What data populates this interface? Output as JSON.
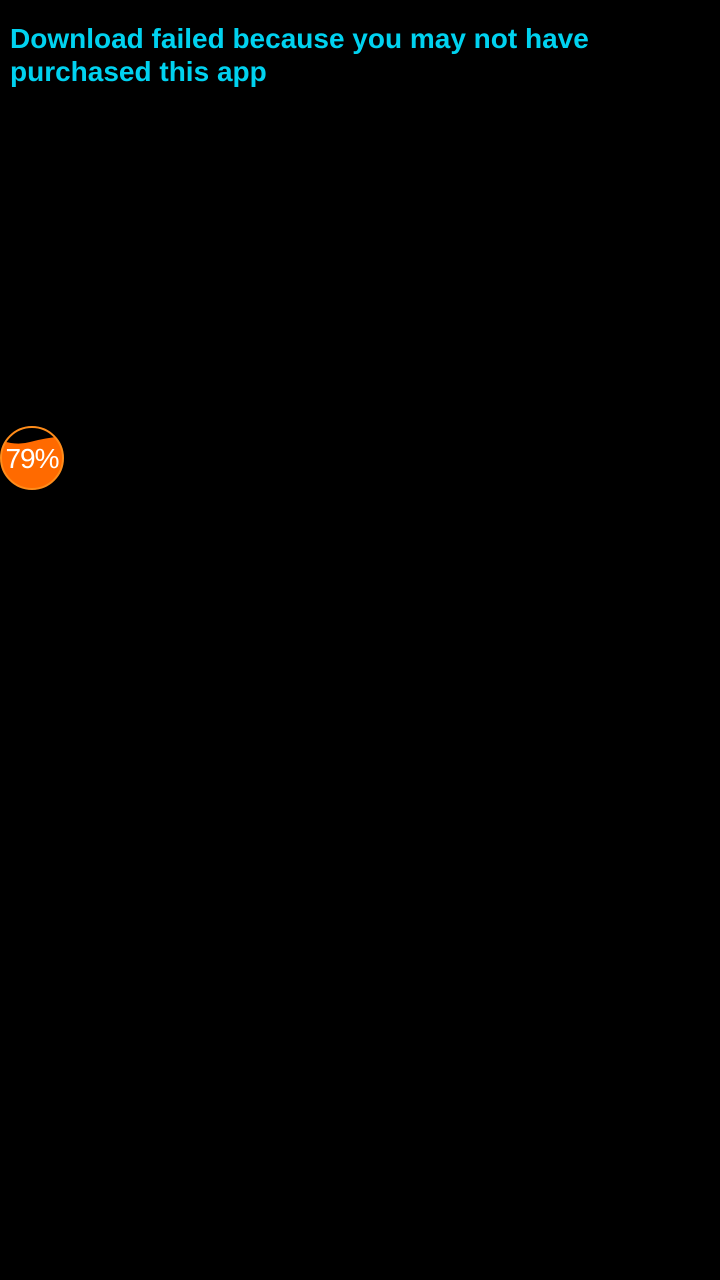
{
  "message": "Download failed because you may not have purchased this app",
  "floating_widget": {
    "label": "79%",
    "value": 79,
    "color": "#ff6a00"
  }
}
